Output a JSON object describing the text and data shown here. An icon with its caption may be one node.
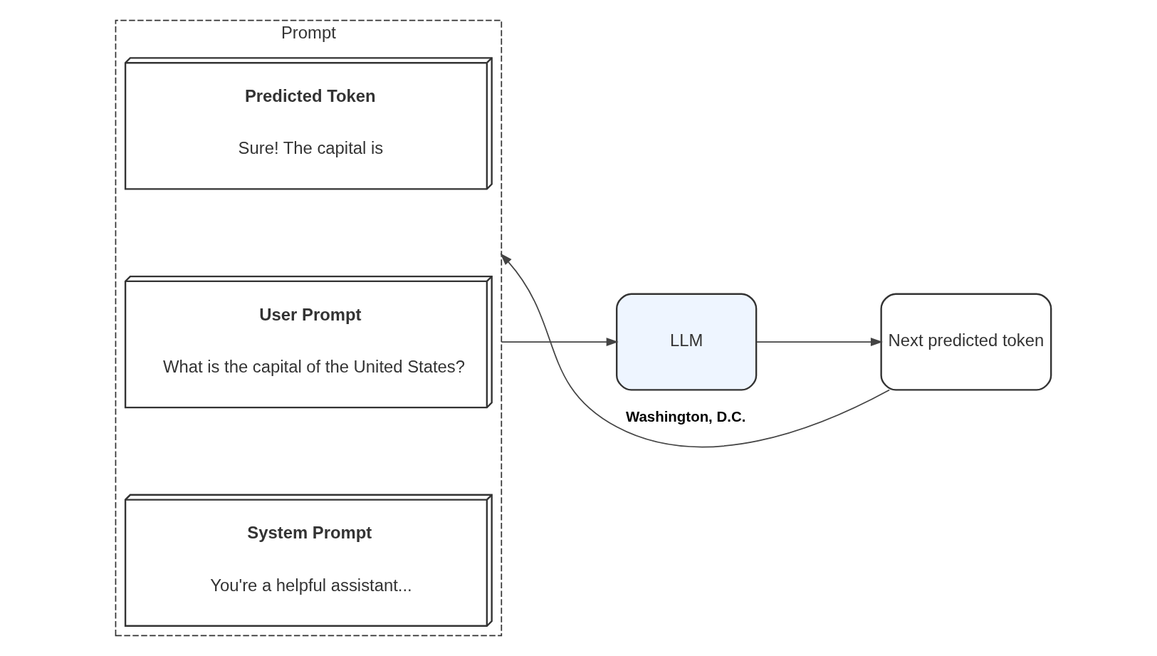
{
  "diagram": {
    "nodes": [
      {
        "text": [
          "Prompt"
        ]
      },
      {
        "text": [
          "System Prompt",
          "You're a helpful assistant..."
        ],
        "in": 0
      },
      {
        "text": [
          "User Prompt",
          "What is the capital of the United States?"
        ],
        "in": 0
      },
      {
        "text": [
          "Predicted Token",
          "Sure! The capital is"
        ],
        "in": 0
      },
      {
        "text": [
          "LLM"
        ]
      },
      {
        "text": [
          "Next predicted token"
        ]
      }
    ],
    "edges": [
      {
        "from": 0,
        "to": 4,
        "arrow": "to"
      },
      {
        "from": 4,
        "to": 5,
        "arrow": "to"
      },
      {
        "from": 5,
        "to": 0,
        "arrow": "to",
        "label": "Washington, D.C."
      }
    ]
  }
}
